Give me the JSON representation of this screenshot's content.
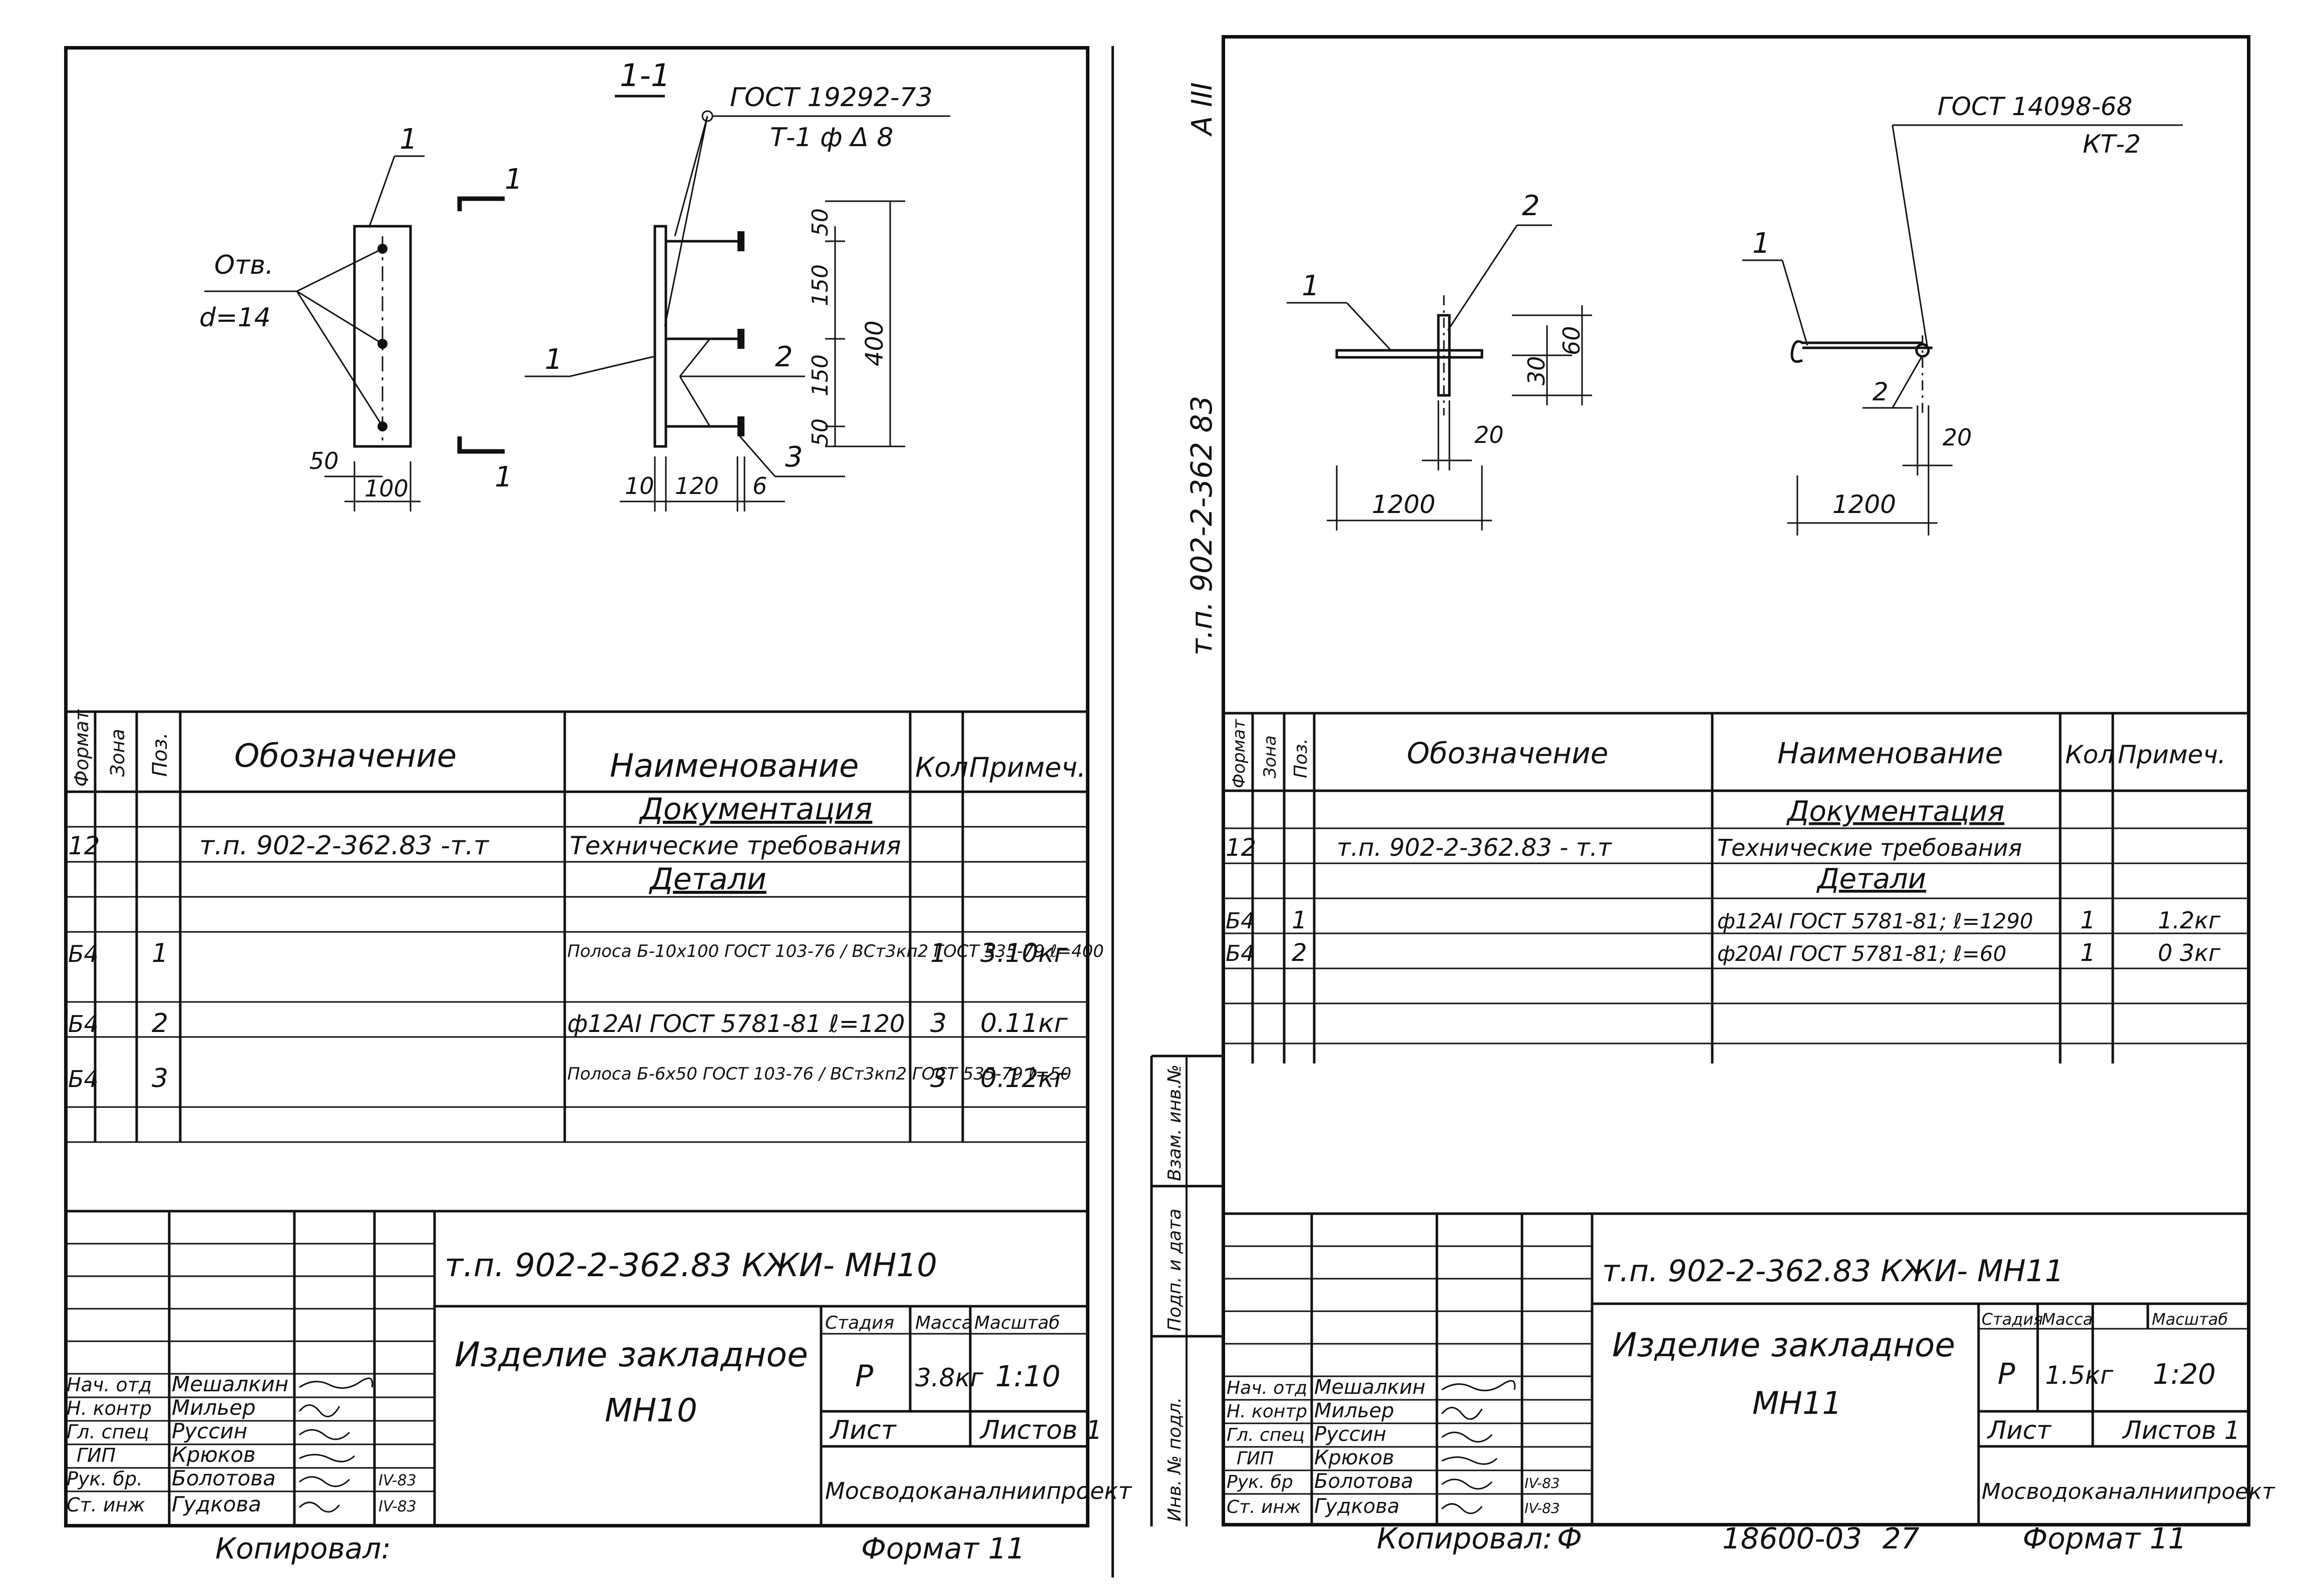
{
  "sheets": [
    {
      "drawing": {
        "section_label": "1-1",
        "weld_std": "ГОСТ 19292-73",
        "weld_code": "Т-1 ф Δ 8",
        "hole_label_1": "Отв.",
        "hole_label_2": "d=14",
        "pos1": "1",
        "pos2": "2",
        "pos3": "3",
        "cut_mark": "1",
        "dim_50": "50",
        "dim_100": "100",
        "dim_10": "10",
        "dim_120": "120",
        "dim_6": "6",
        "dim_v_50a": "50",
        "dim_v_150a": "150",
        "dim_v_150b": "150",
        "dim_v_50b": "50",
        "dim_v_400": "400"
      },
      "table": {
        "headers": [
          "Формат",
          "Зона",
          "Поз.",
          "Обозначение",
          "Наименование",
          "Кол",
          "Примеч."
        ],
        "rows": [
          {
            "format": "",
            "zone": "",
            "pos": "",
            "designation": "",
            "name": "Документация",
            "qty": "",
            "note": "",
            "style": "section"
          },
          {
            "format": "12",
            "zone": "",
            "pos": "",
            "designation": "т.п. 902-2-362.83   -т.т",
            "name": "Технические требования",
            "qty": "",
            "note": "",
            "style": ""
          },
          {
            "format": "",
            "zone": "",
            "pos": "",
            "designation": "",
            "name": "Детали",
            "qty": "",
            "note": "",
            "style": "section"
          },
          {
            "format": "Б4",
            "zone": "",
            "pos": "1",
            "designation": "",
            "name": "Полоса Б-10х100 ГОСТ 103-76 / ВСт3кп2 ГОСТ 535-79  ℓ=400",
            "qty": "1",
            "note": "3.10кг",
            "style": ""
          },
          {
            "format": "Б4",
            "zone": "",
            "pos": "2",
            "designation": "",
            "name": "ф12АI ГОСТ 5781-81  ℓ=120",
            "qty": "3",
            "note": "0.11кг",
            "style": ""
          },
          {
            "format": "Б4",
            "zone": "",
            "pos": "3",
            "designation": "",
            "name": "Полоса Б-6х50 ГОСТ 103-76 / ВСт3кп2 ГОСТ 535-79  ℓ=50",
            "qty": "3",
            "note": "0.12кг",
            "style": ""
          },
          {
            "format": "",
            "zone": "",
            "pos": "",
            "designation": "",
            "name": "",
            "qty": "",
            "note": "",
            "style": ""
          }
        ]
      },
      "title_block": {
        "doc_code": "т.п. 902-2-362.83   КЖИ- МН10",
        "title_1": "Изделие закладное",
        "title_2": "МН10",
        "stage_label": "Стадия",
        "mass_label": "Масса",
        "scale_label": "Масштаб",
        "stage": "Р",
        "mass": "3.8кг",
        "scale": "1:10",
        "sheet_label": "Лист",
        "sheets_label": "Листов 1",
        "org": "Мосводоканалниипроект",
        "signers": [
          {
            "role": "Нач. отд",
            "name": "Мешалкин",
            "date": ""
          },
          {
            "role": "Н. контр",
            "name": "Мильер",
            "date": ""
          },
          {
            "role": "Гл. спец",
            "name": "Руссин",
            "date": ""
          },
          {
            "role": "ГИП",
            "name": "Крюков",
            "date": ""
          },
          {
            "role": "Рук. бр.",
            "name": "Болотова",
            "date": "IV-83"
          },
          {
            "role": "Ст. инж",
            "name": "Гудкова",
            "date": "IV-83"
          }
        ]
      },
      "footer": {
        "copied": "Копировал:",
        "format": "Формат 11"
      }
    },
    {
      "drawing": {
        "weld_std": "ГОСТ 14098-68",
        "weld_code": "КТ-2",
        "pos1": "1",
        "pos2": "2",
        "dim_30": "30",
        "dim_60": "60",
        "dim_20a": "20",
        "dim_1200a": "1200",
        "dim_20b": "20",
        "dim_1200b": "1200"
      },
      "table": {
        "headers": [
          "Формат",
          "Зона",
          "Поз.",
          "Обозначение",
          "Наименование",
          "Кол",
          "Примеч."
        ],
        "rows": [
          {
            "format": "",
            "zone": "",
            "pos": "",
            "designation": "",
            "name": "Документация",
            "qty": "",
            "note": "",
            "style": "section"
          },
          {
            "format": "12",
            "zone": "",
            "pos": "",
            "designation": "т.п. 902-2-362.83   - т.т",
            "name": "Технические требования",
            "qty": "",
            "note": "",
            "style": ""
          },
          {
            "format": "",
            "zone": "",
            "pos": "",
            "designation": "",
            "name": "Детали",
            "qty": "",
            "note": "",
            "style": "section"
          },
          {
            "format": "Б4",
            "zone": "",
            "pos": "1",
            "designation": "",
            "name": "ф12АI ГОСТ 5781-81; ℓ=1290",
            "qty": "1",
            "note": "1.2кг",
            "style": ""
          },
          {
            "format": "Б4",
            "zone": "",
            "pos": "2",
            "designation": "",
            "name": "ф20АI ГОСТ 5781-81; ℓ=60",
            "qty": "1",
            "note": "0 3кг",
            "style": ""
          }
        ]
      },
      "title_block": {
        "doc_code": "т.п. 902-2-362.83   КЖИ- МН11",
        "title_1": "Изделие закладное",
        "title_2": "МН11",
        "stage_label": "Стадия",
        "mass_label": "Масса",
        "scale_label": "Масштаб",
        "stage": "Р",
        "mass": "1.5кг",
        "scale": "1:20",
        "sheet_label": "Лист",
        "sheets_label": "Листов 1",
        "org": "Мосводоканалниипроект",
        "signers": [
          {
            "role": "Нач. отд",
            "name": "Мешалкин",
            "date": ""
          },
          {
            "role": "Н. контр",
            "name": "Мильер",
            "date": ""
          },
          {
            "role": "Гл. спец",
            "name": "Руссин",
            "date": ""
          },
          {
            "role": "ГИП",
            "name": "Крюков",
            "date": ""
          },
          {
            "role": "Рук. бр",
            "name": "Болотова",
            "date": "IV-83"
          },
          {
            "role": "Ст. инж",
            "name": "Гудкова",
            "date": "IV-83"
          }
        ]
      },
      "side_labels": {
        "album": "А III",
        "doc": "т.п. 902-2-362 83",
        "inv_replace": "Взам. инв.№",
        "sign_date": "Подп. и дата",
        "inv_orig": "Инв. № подл."
      },
      "footer": {
        "copied": "Копировал:",
        "sign": "Ф",
        "number": "18600-03",
        "page": "27",
        "format": "Формат 11"
      }
    }
  ]
}
